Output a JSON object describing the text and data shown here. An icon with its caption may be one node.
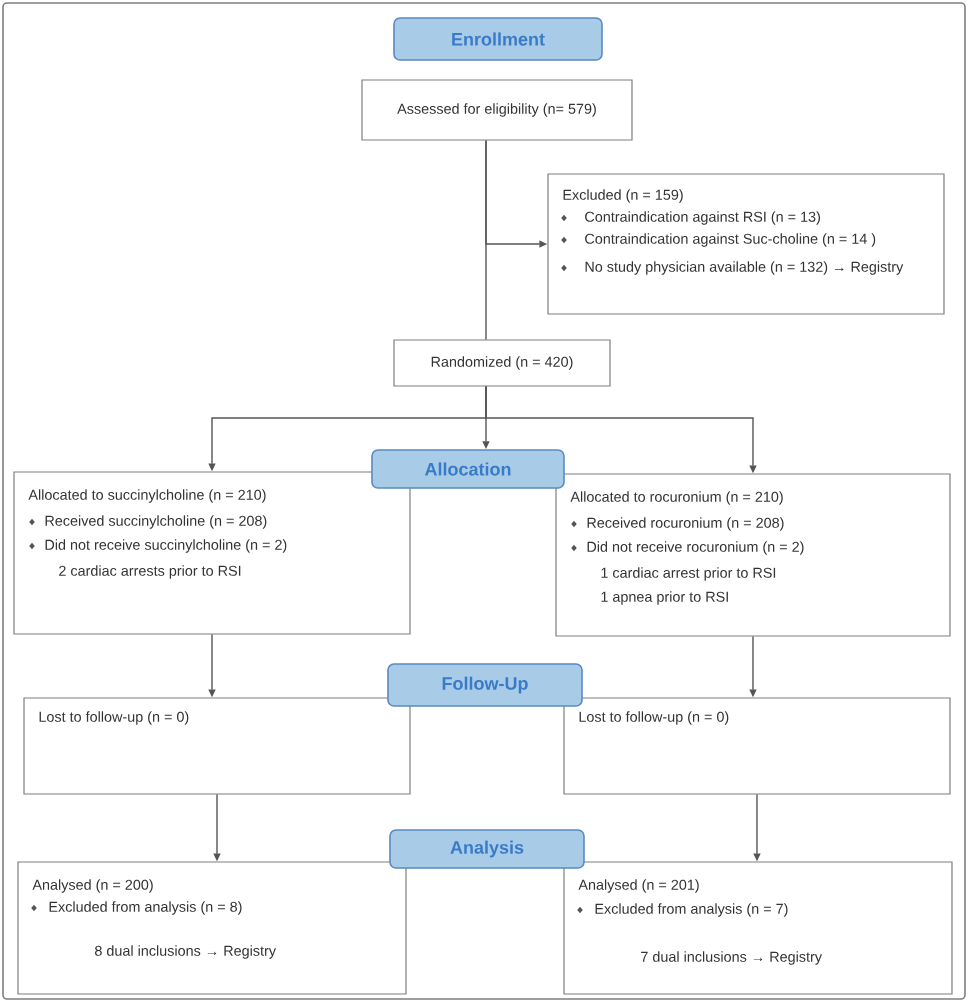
{
  "diagram": {
    "nodes": [
      {
        "text": [
          "Enrollment"
        ]
      },
      {
        "text": [
          "Assessed for eligibility (n= 579)"
        ]
      },
      {
        "text": [
          "Excluded (n = 159)",
          "Contraindication against RSI (n = 13)",
          "Contraindication against Suc-choline (n = 14 )",
          "No study physician available (n = 132) → Registry"
        ]
      },
      {
        "text": [
          "Randomized (n = 420)"
        ]
      },
      {
        "text": [
          "Allocation"
        ]
      },
      {
        "text": [
          "Allocated to succinylcholine (n = 210)",
          "Received succinylcholine (n = 208)",
          "Did not receive succinylcholine (n = 2)",
          "2 cardiac arrests prior to RSI"
        ]
      },
      {
        "text": [
          "Allocated to rocuronium (n = 210)",
          "Received rocuronium (n = 208)",
          "Did not receive rocuronium (n = 2)",
          "1 cardiac arrest prior to RSI",
          "1 apnea prior to RSI"
        ]
      },
      {
        "text": [
          "Follow-Up"
        ]
      },
      {
        "text": [
          "Lost to follow-up (n = 0)"
        ]
      },
      {
        "text": [
          "Lost to follow-up (n = 0)"
        ]
      },
      {
        "text": [
          "Analysis"
        ]
      },
      {
        "text": [
          "Analysed (n = 200)",
          "Excluded from analysis (n = 8)",
          "8 dual inclusions → Registry"
        ]
      },
      {
        "text": [
          "Analysed (n = 201)",
          "Excluded from analysis (n = 7)",
          "7 dual inclusions → Registry"
        ]
      }
    ],
    "edges": [
      {
        "from": 1,
        "to": 3,
        "arrow": "none"
      },
      {
        "from": 1,
        "to": 2,
        "arrow": "to"
      },
      {
        "from": 3,
        "to": 4,
        "arrow": "to"
      },
      {
        "from": 3,
        "to": 5,
        "arrow": "to"
      },
      {
        "from": 3,
        "to": 6,
        "arrow": "to"
      },
      {
        "from": 5,
        "to": 8,
        "arrow": "to"
      },
      {
        "from": 6,
        "to": 9,
        "arrow": "to"
      },
      {
        "from": 8,
        "to": 11,
        "arrow": "to"
      },
      {
        "from": 9,
        "to": 12,
        "arrow": "to"
      }
    ]
  }
}
